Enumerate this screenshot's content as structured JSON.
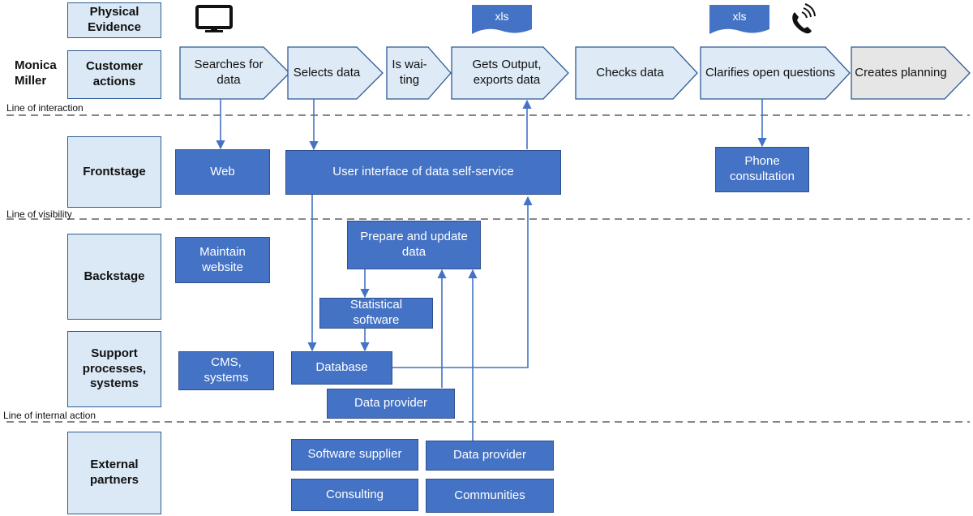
{
  "persona": {
    "line1": "Monica",
    "line2": "Miller"
  },
  "lanes": {
    "physical_evidence": "Physical Evidence",
    "customer_actions": "Customer actions",
    "frontstage": "Frontstage",
    "backstage": "Backstage",
    "support": "Support processes, systems",
    "external": "External partners"
  },
  "separators": {
    "interaction": "Line of interaction",
    "visibility": "Line of visibility",
    "internal": "Line of internal action"
  },
  "evidence": {
    "monitor_icon": "monitor-icon",
    "xls_1": "xls",
    "xls_2": "xls",
    "phone_icon": "phone-icon"
  },
  "steps": [
    "Searches for data",
    "Selects data",
    "Is wai-ting",
    "Gets Output, exports data",
    "Checks data",
    "Clarifies open questions",
    "Creates planning"
  ],
  "frontstage": {
    "web": "Web",
    "ui": "User interface of data self-service",
    "phone": "Phone consultation"
  },
  "backstage": {
    "maintain": "Maintain website",
    "prepare": "Prepare and update data",
    "statistical": "Statistical software"
  },
  "support": {
    "cms": "CMS, systems",
    "database": "Database",
    "data_provider": "Data provider"
  },
  "external": {
    "software_supplier": "Software supplier",
    "data_provider": "Data provider",
    "consulting": "Consulting",
    "communities": "Communities"
  },
  "colors": {
    "box_fill": "#4472c4",
    "label_fill": "#dbe8f5",
    "step_fill": "#deeaf6",
    "last_step_fill": "#e6e6e6",
    "arrow": "#4472c4",
    "separator": "#888888"
  }
}
